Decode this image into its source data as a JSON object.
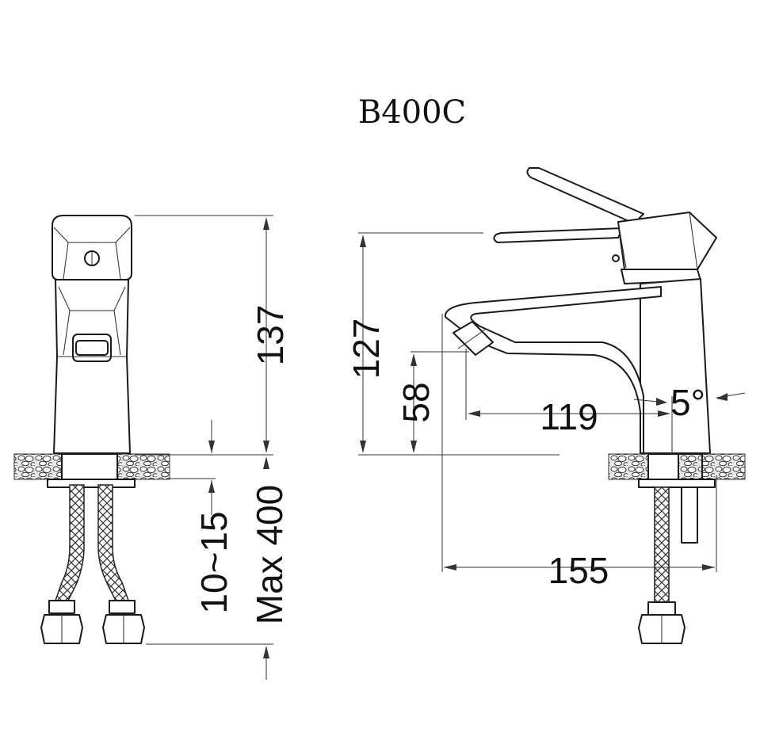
{
  "title": "B400C",
  "dimensions": {
    "height_total": "137",
    "deck_thickness": "10~15",
    "hose_length": "Max 400",
    "height_side": "127",
    "spout_height": "58",
    "spout_reach": "119",
    "depth_total": "155",
    "tilt_angle": "5°"
  }
}
